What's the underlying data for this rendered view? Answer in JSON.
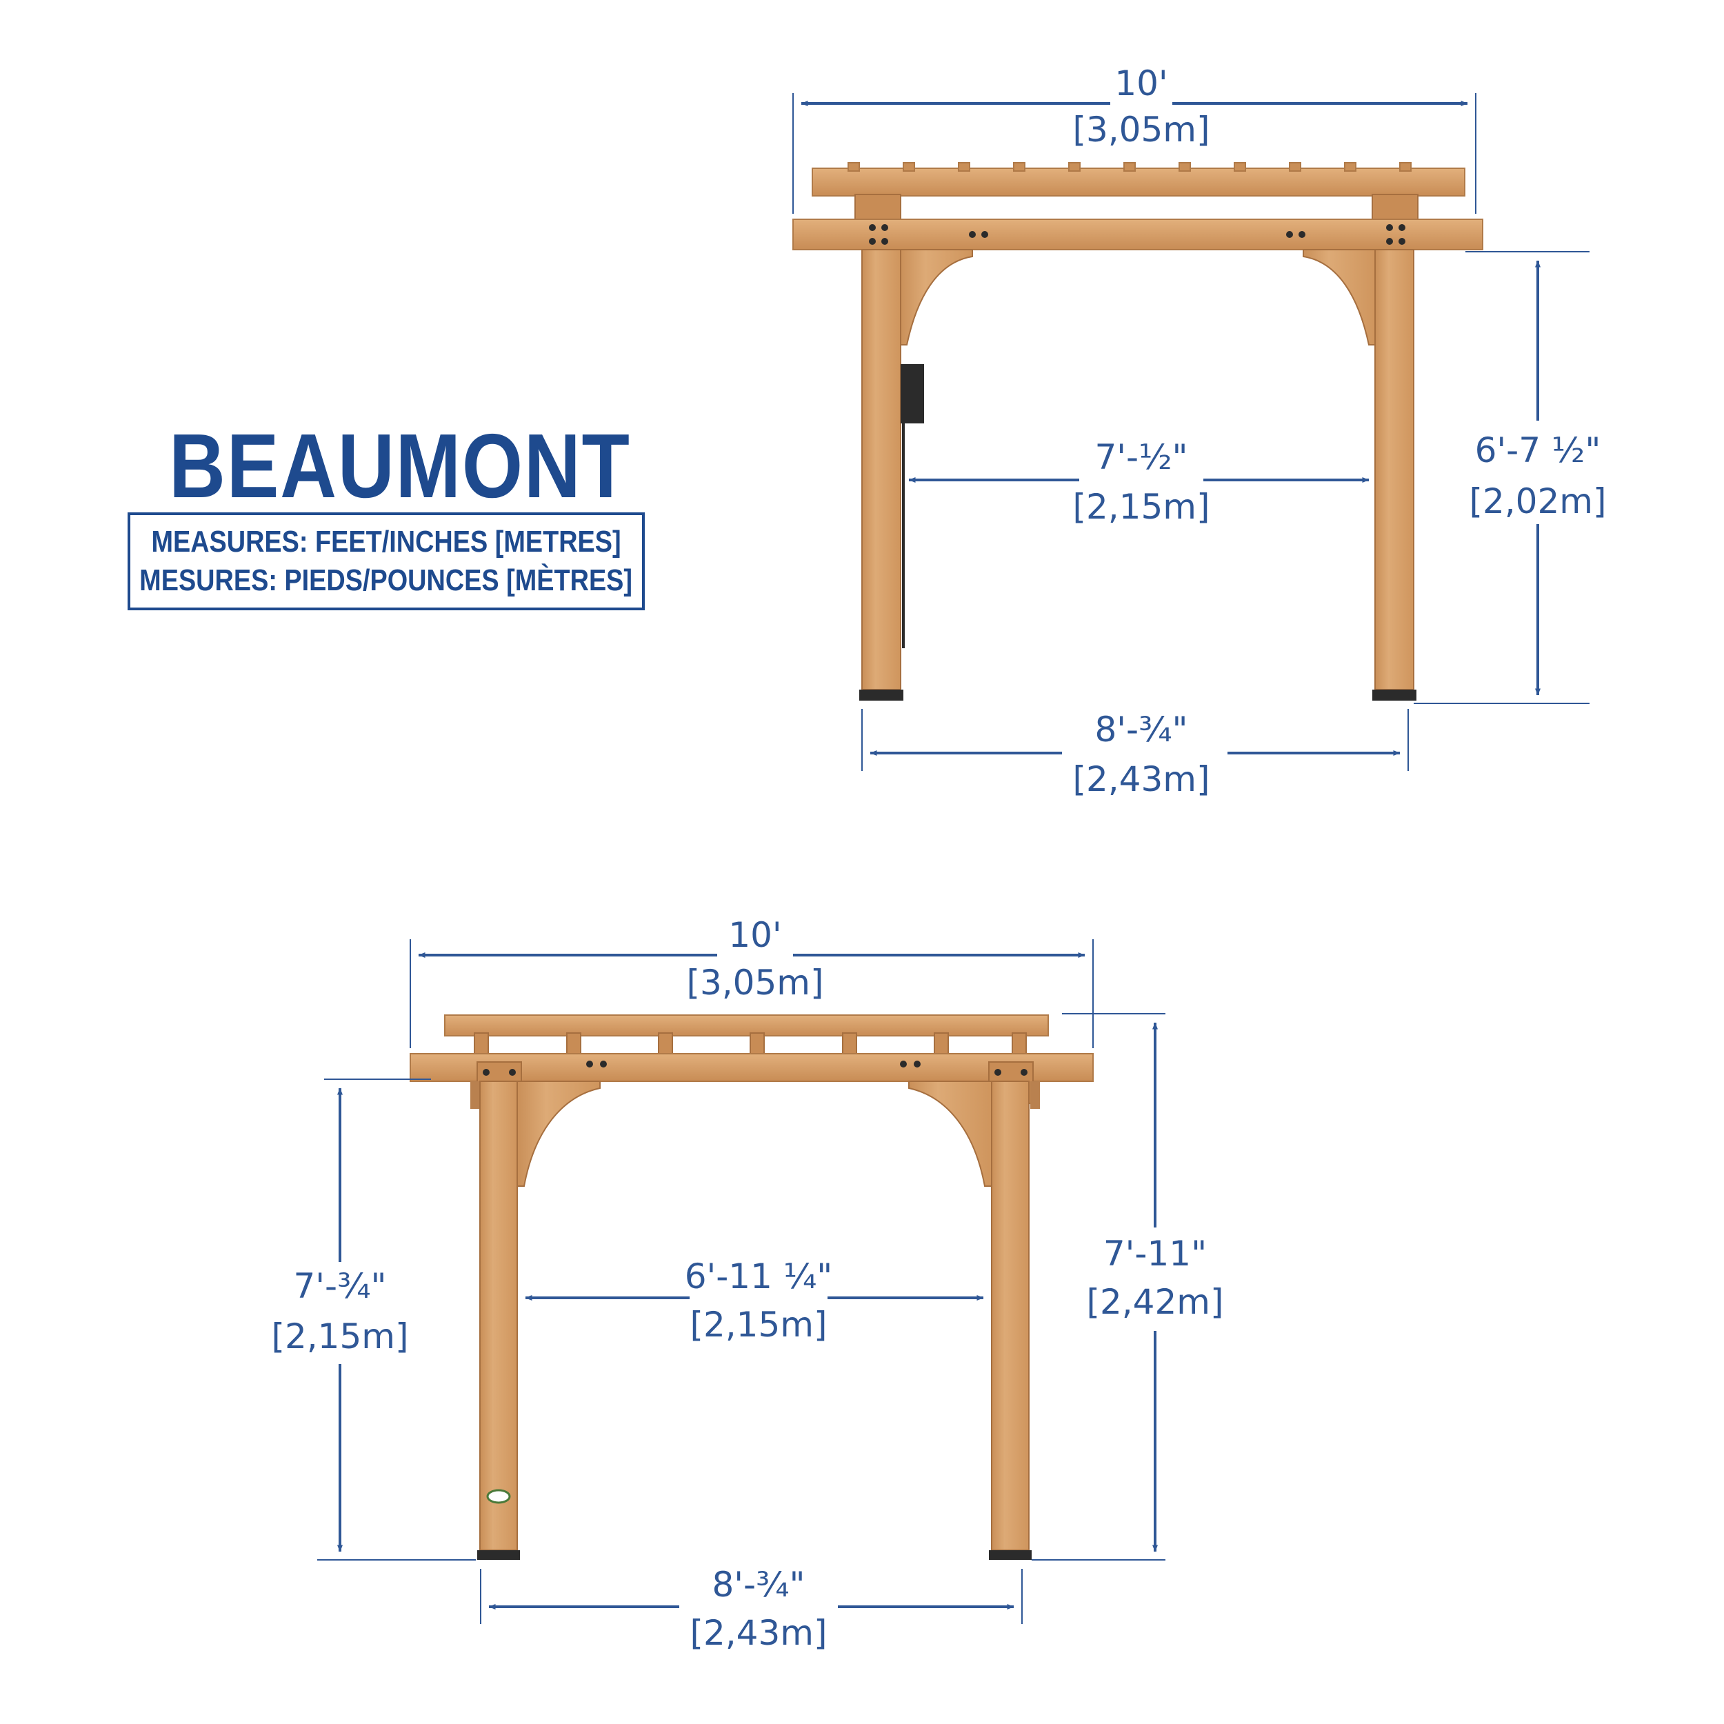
{
  "product": {
    "name": "BEAUMONT",
    "measures_en": "MEASURES: FEET/INCHES [METRES]",
    "measures_fr": "MESURES: PIEDS/POUNCES [MÈTRES]"
  },
  "colors": {
    "brand_blue": "#1e4a8e",
    "dimension_blue": "#2f5796",
    "cedar": "#d7a06a",
    "cedar_dark": "#b9814f",
    "hardware": "#2b2b2b"
  },
  "front_view": {
    "overall_width": {
      "imperial": "10'",
      "metric": "[3,05m]"
    },
    "inner_clearance": {
      "imperial": "7'-½\"",
      "metric": "[2,15m]"
    },
    "height": {
      "imperial": "6'-7 ½\"",
      "metric": "[2,02m]"
    },
    "post_span": {
      "imperial": "8'-¾\"",
      "metric": "[2,43m]"
    }
  },
  "side_view": {
    "overall_width": {
      "imperial": "10'",
      "metric": "[3,05m]"
    },
    "clearance_height": {
      "imperial": "7'-¾\"",
      "metric": "[2,15m]"
    },
    "inner_clearance": {
      "imperial": "6'-11 ¼\"",
      "metric": "[2,15m]"
    },
    "overall_height": {
      "imperial": "7'-11\"",
      "metric": "[2,42m]"
    },
    "post_span": {
      "imperial": "8'-¾\"",
      "metric": "[2,43m]"
    }
  }
}
